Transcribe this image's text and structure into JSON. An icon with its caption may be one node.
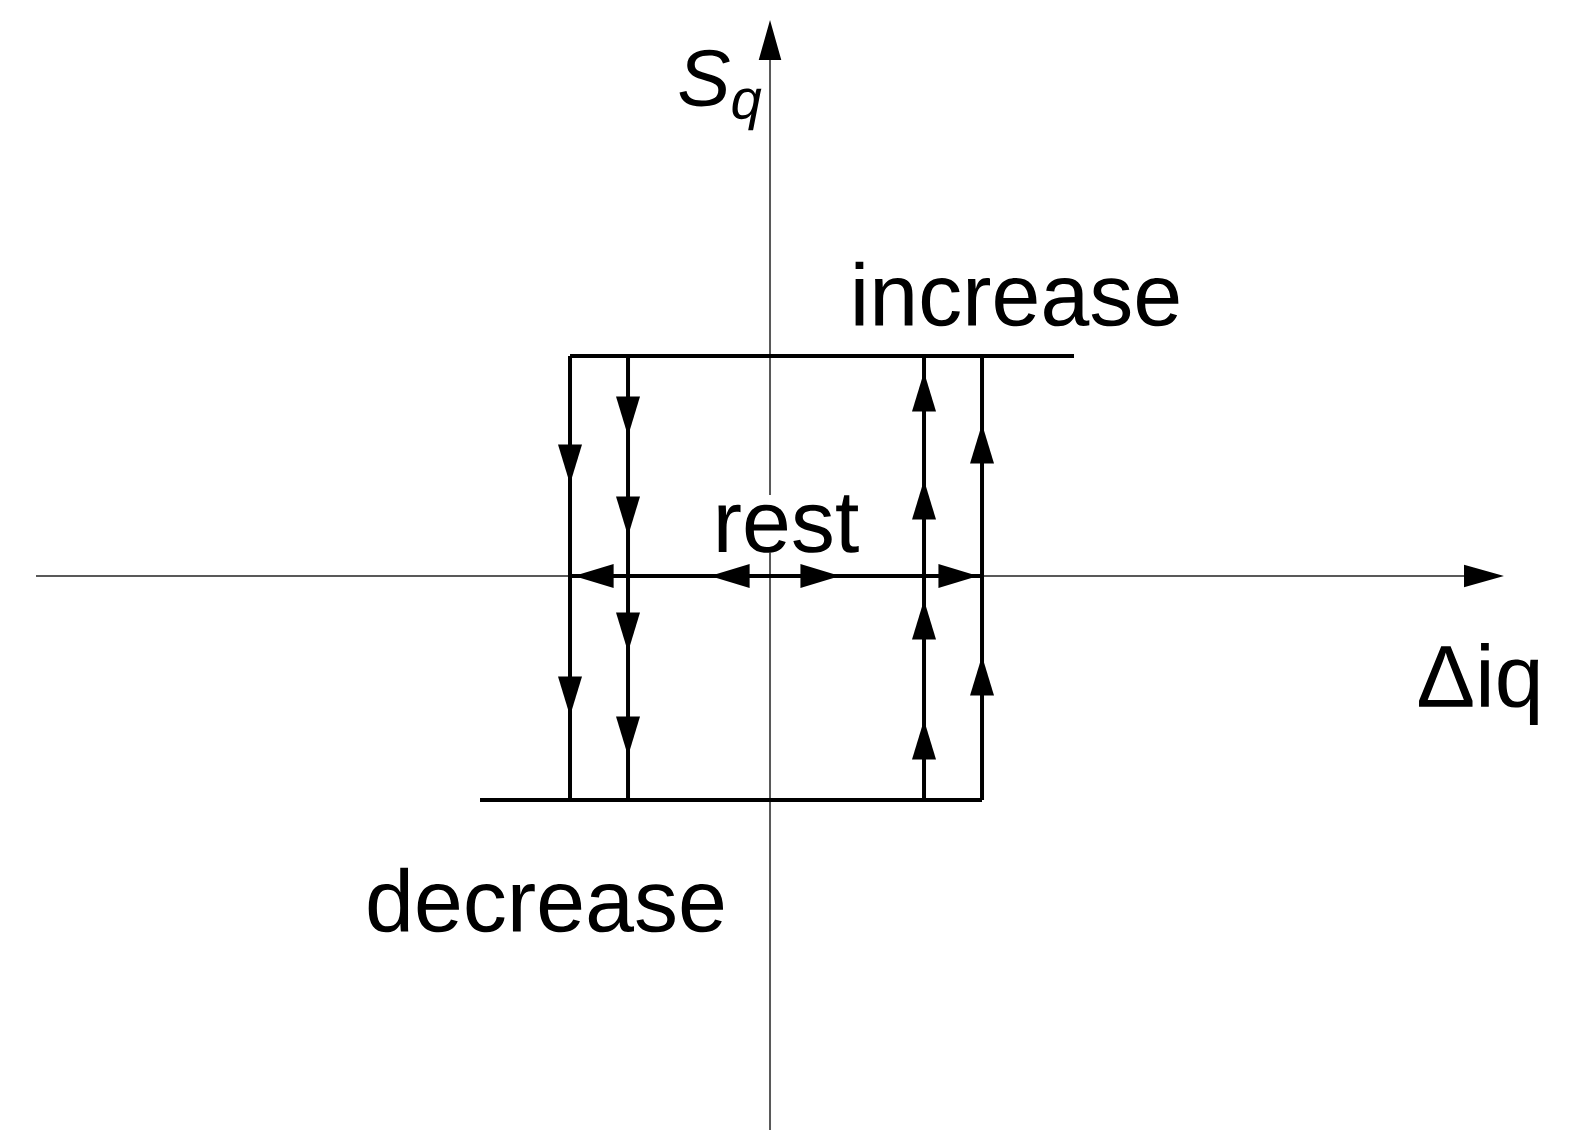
{
  "diagram": {
    "labels": [
      "S$_{q}$",
      "increase",
      "rest",
      "Δiq",
      "decrease"
    ]
  }
}
